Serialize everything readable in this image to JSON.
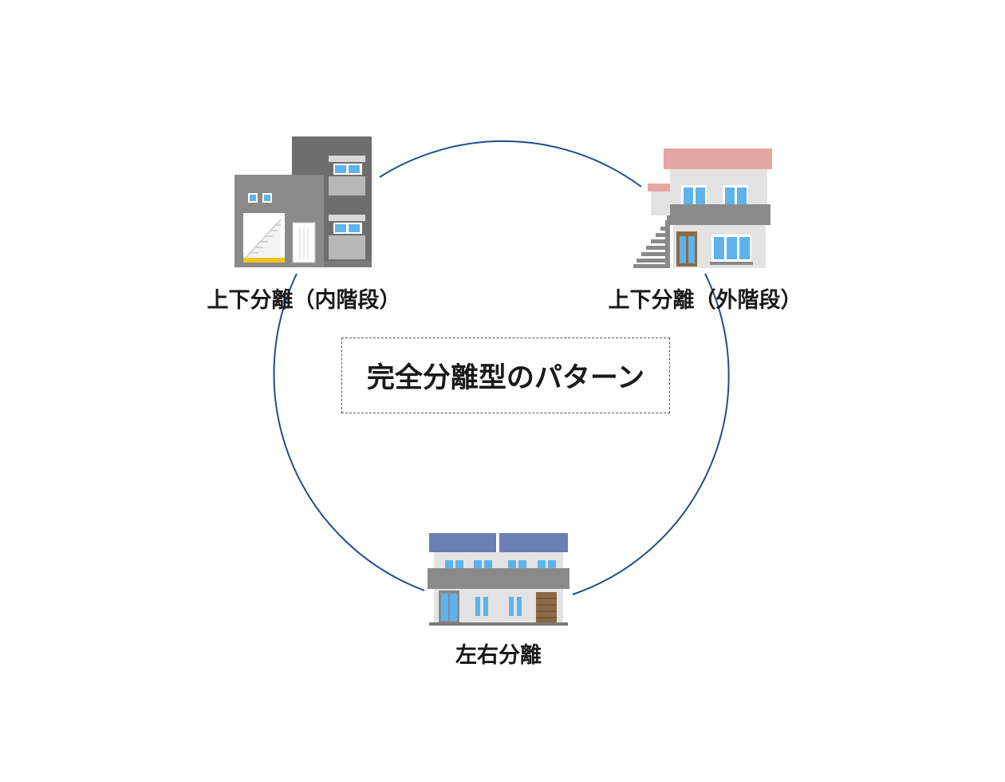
{
  "center_title": "完全分離型のパターン",
  "patterns": [
    {
      "label": "上下分離（内階段）",
      "icon": "apartment-internal-stairs-icon"
    },
    {
      "label": "上下分離（外階段）",
      "icon": "house-external-stairs-icon"
    },
    {
      "label": "左右分離",
      "icon": "side-by-side-house-icon"
    }
  ],
  "colors": {
    "ring": "#1f4f8c",
    "wall_gray": "#8a8a8a",
    "wall_light": "#e3e3e3",
    "window_blue": "#5fb3ec",
    "roof_pink": "#e5a7a2",
    "roof_blue": "#6a7fb3",
    "door_brown": "#8b6a45",
    "stair_yellow": "#f2c41e"
  }
}
